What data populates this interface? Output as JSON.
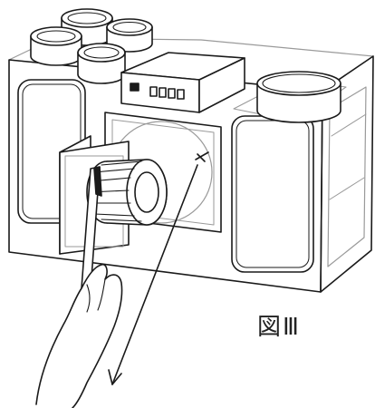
{
  "figure": {
    "caption": "図Ⅲ",
    "line_color": "#1a1a1a",
    "faint_line_color": "#9a9a9a",
    "background_color": "#ffffff",
    "components": [
      "ventilation-unit-housing",
      "duct-collar",
      "control-box",
      "inspection-window",
      "blower-fan-wheel",
      "fan-mounting-plate",
      "hand-tool",
      "guide-arrow"
    ]
  }
}
